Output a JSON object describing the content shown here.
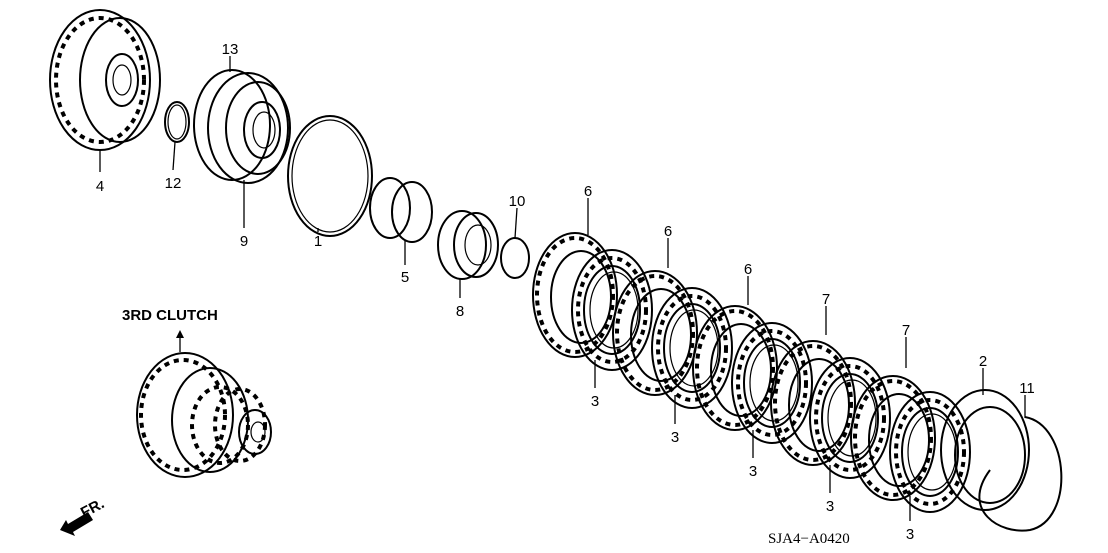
{
  "diagram": {
    "title": "3RD CLUTCH",
    "direction_label": "FR.",
    "diagram_code": "SJA4−A0420",
    "callouts": [
      "13",
      "4",
      "12",
      "9",
      "1",
      "5",
      "10",
      "8",
      "6",
      "6",
      "6",
      "7",
      "7",
      "2",
      "11",
      "3",
      "3",
      "3",
      "3",
      "3"
    ]
  }
}
